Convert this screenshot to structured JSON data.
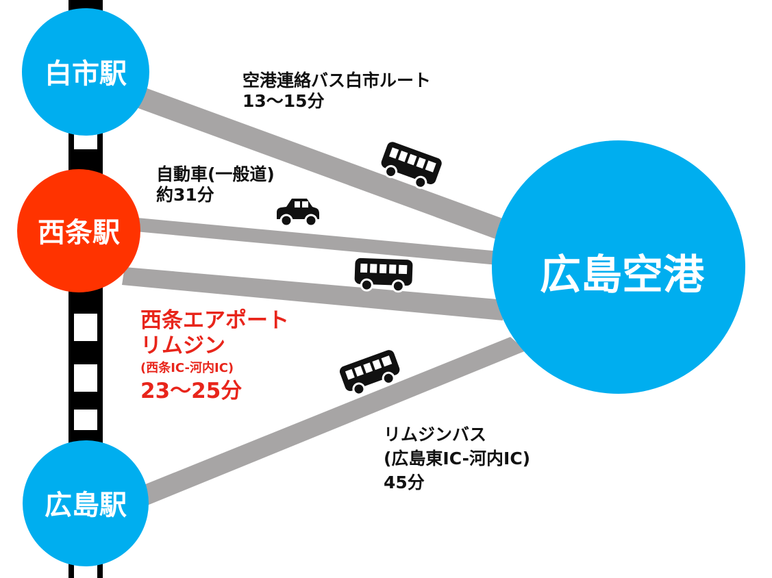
{
  "stations": {
    "hakushi": "白市駅",
    "saijo": "西条駅",
    "hiroshima": "広島駅"
  },
  "airport": "広島空港",
  "routes": {
    "hakushi_bus": {
      "name": "空港連絡バス白市ルート",
      "time": "13〜15分"
    },
    "car": {
      "name": "自動車(一般道)",
      "time": "約31分"
    },
    "saijo_limousine": {
      "name1": "西条エアポート",
      "name2": "リムジン",
      "note": "(西条IC-河内IC)",
      "time": "23〜25分"
    },
    "hiroshima_limousine": {
      "name": "リムジンバス",
      "note": "(広島東IC-河内IC)",
      "time": "45分"
    }
  },
  "colors": {
    "station_blue": "#00aeef",
    "saijo_red": "#ff3300",
    "road_gray": "#a7a5a5",
    "text_red": "#e8251b"
  },
  "icons": [
    "bus-icon",
    "car-icon",
    "bus-icon",
    "bus-icon"
  ]
}
